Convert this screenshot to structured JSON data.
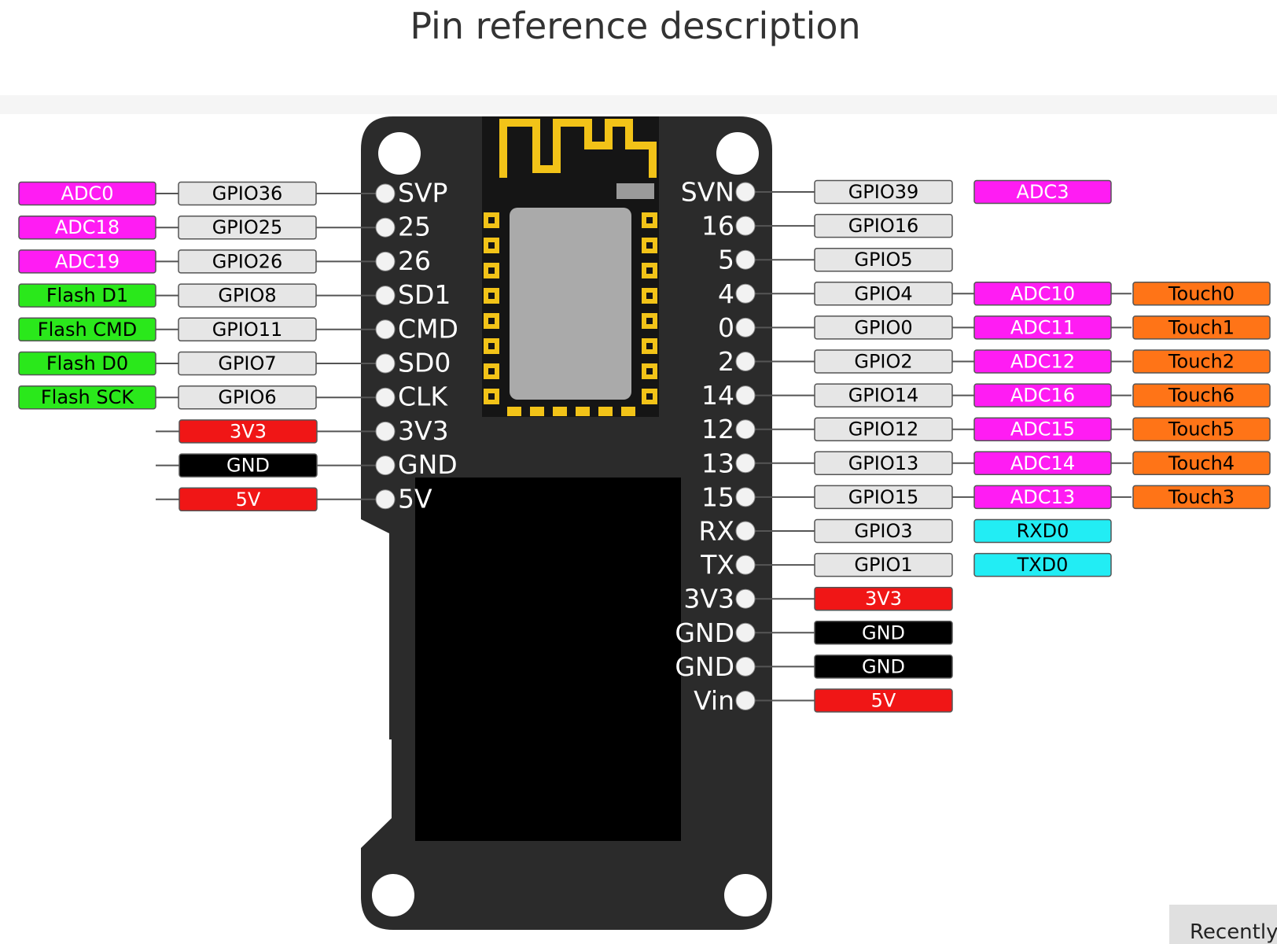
{
  "page": {
    "title": "Pin reference description",
    "recent_tab_label": "Recently"
  },
  "colors": {
    "board": "#2b2b2b",
    "screen": "#000000",
    "antenna": "#f2c318",
    "chip_shield": "#aaaaaa",
    "gpio_tag": "#e6e6e6",
    "adc_tag": "#ff1cf3",
    "flash_tag": "#2ae81b",
    "touch_tag": "#ff7417",
    "uart_tag": "#22edf4",
    "power_3v3": "#f01616",
    "power_5v": "#f01616",
    "ground": "#000000"
  },
  "board": {
    "left_pins": [
      "SVP",
      "25",
      "26",
      "SD1",
      "CMD",
      "SD0",
      "CLK",
      "3V3",
      "GND",
      "5V"
    ],
    "right_pins": [
      "SVN",
      "16",
      "5",
      "4",
      "0",
      "2",
      "14",
      "12",
      "13",
      "15",
      "RX",
      "TX",
      "3V3",
      "GND",
      "GND",
      "Vin"
    ]
  },
  "left_rows": [
    {
      "pin": "SVP",
      "gpio": "GPIO36",
      "func": {
        "label": "ADC0",
        "kind": "adc"
      }
    },
    {
      "pin": "25",
      "gpio": "GPIO25",
      "func": {
        "label": "ADC18",
        "kind": "adc"
      }
    },
    {
      "pin": "26",
      "gpio": "GPIO26",
      "func": {
        "label": "ADC19",
        "kind": "adc"
      }
    },
    {
      "pin": "SD1",
      "gpio": "GPIO8",
      "func": {
        "label": "Flash D1",
        "kind": "flash"
      }
    },
    {
      "pin": "CMD",
      "gpio": "GPIO11",
      "func": {
        "label": "Flash CMD",
        "kind": "flash"
      }
    },
    {
      "pin": "SD0",
      "gpio": "GPIO7",
      "func": {
        "label": "Flash D0",
        "kind": "flash"
      }
    },
    {
      "pin": "CLK",
      "gpio": "GPIO6",
      "func": {
        "label": "Flash SCK",
        "kind": "flash"
      }
    },
    {
      "pin": "3V3",
      "power": {
        "label": "3V3",
        "kind": "power_3v3"
      }
    },
    {
      "pin": "GND",
      "power": {
        "label": "GND",
        "kind": "ground"
      }
    },
    {
      "pin": "5V",
      "power": {
        "label": "5V",
        "kind": "power_5v"
      }
    }
  ],
  "right_rows": [
    {
      "pin": "SVN",
      "gpio": "GPIO39",
      "funcs": [
        {
          "label": "ADC3",
          "kind": "adc"
        }
      ]
    },
    {
      "pin": "16",
      "gpio": "GPIO16",
      "funcs": []
    },
    {
      "pin": "5",
      "gpio": "GPIO5",
      "funcs": []
    },
    {
      "pin": "4",
      "gpio": "GPIO4",
      "funcs": [
        {
          "label": "ADC10",
          "kind": "adc"
        },
        {
          "label": "Touch0",
          "kind": "touch"
        }
      ]
    },
    {
      "pin": "0",
      "gpio": "GPIO0",
      "funcs": [
        {
          "label": "ADC11",
          "kind": "adc"
        },
        {
          "label": "Touch1",
          "kind": "touch"
        }
      ]
    },
    {
      "pin": "2",
      "gpio": "GPIO2",
      "funcs": [
        {
          "label": "ADC12",
          "kind": "adc"
        },
        {
          "label": "Touch2",
          "kind": "touch"
        }
      ]
    },
    {
      "pin": "14",
      "gpio": "GPIO14",
      "funcs": [
        {
          "label": "ADC16",
          "kind": "adc"
        },
        {
          "label": "Touch6",
          "kind": "touch"
        }
      ]
    },
    {
      "pin": "12",
      "gpio": "GPIO12",
      "funcs": [
        {
          "label": "ADC15",
          "kind": "adc"
        },
        {
          "label": "Touch5",
          "kind": "touch"
        }
      ]
    },
    {
      "pin": "13",
      "gpio": "GPIO13",
      "funcs": [
        {
          "label": "ADC14",
          "kind": "adc"
        },
        {
          "label": "Touch4",
          "kind": "touch"
        }
      ]
    },
    {
      "pin": "15",
      "gpio": "GPIO15",
      "funcs": [
        {
          "label": "ADC13",
          "kind": "adc"
        },
        {
          "label": "Touch3",
          "kind": "touch"
        }
      ]
    },
    {
      "pin": "RX",
      "gpio": "GPIO3",
      "funcs": [
        {
          "label": "RXD0",
          "kind": "uart"
        }
      ]
    },
    {
      "pin": "TX",
      "gpio": "GPIO1",
      "funcs": [
        {
          "label": "TXD0",
          "kind": "uart"
        }
      ]
    },
    {
      "pin": "3V3",
      "power": {
        "label": "3V3",
        "kind": "power_3v3"
      }
    },
    {
      "pin": "GND",
      "power": {
        "label": "GND",
        "kind": "ground"
      }
    },
    {
      "pin": "GND",
      "power": {
        "label": "GND",
        "kind": "ground"
      }
    },
    {
      "pin": "Vin",
      "power": {
        "label": "5V",
        "kind": "power_5v"
      }
    }
  ]
}
